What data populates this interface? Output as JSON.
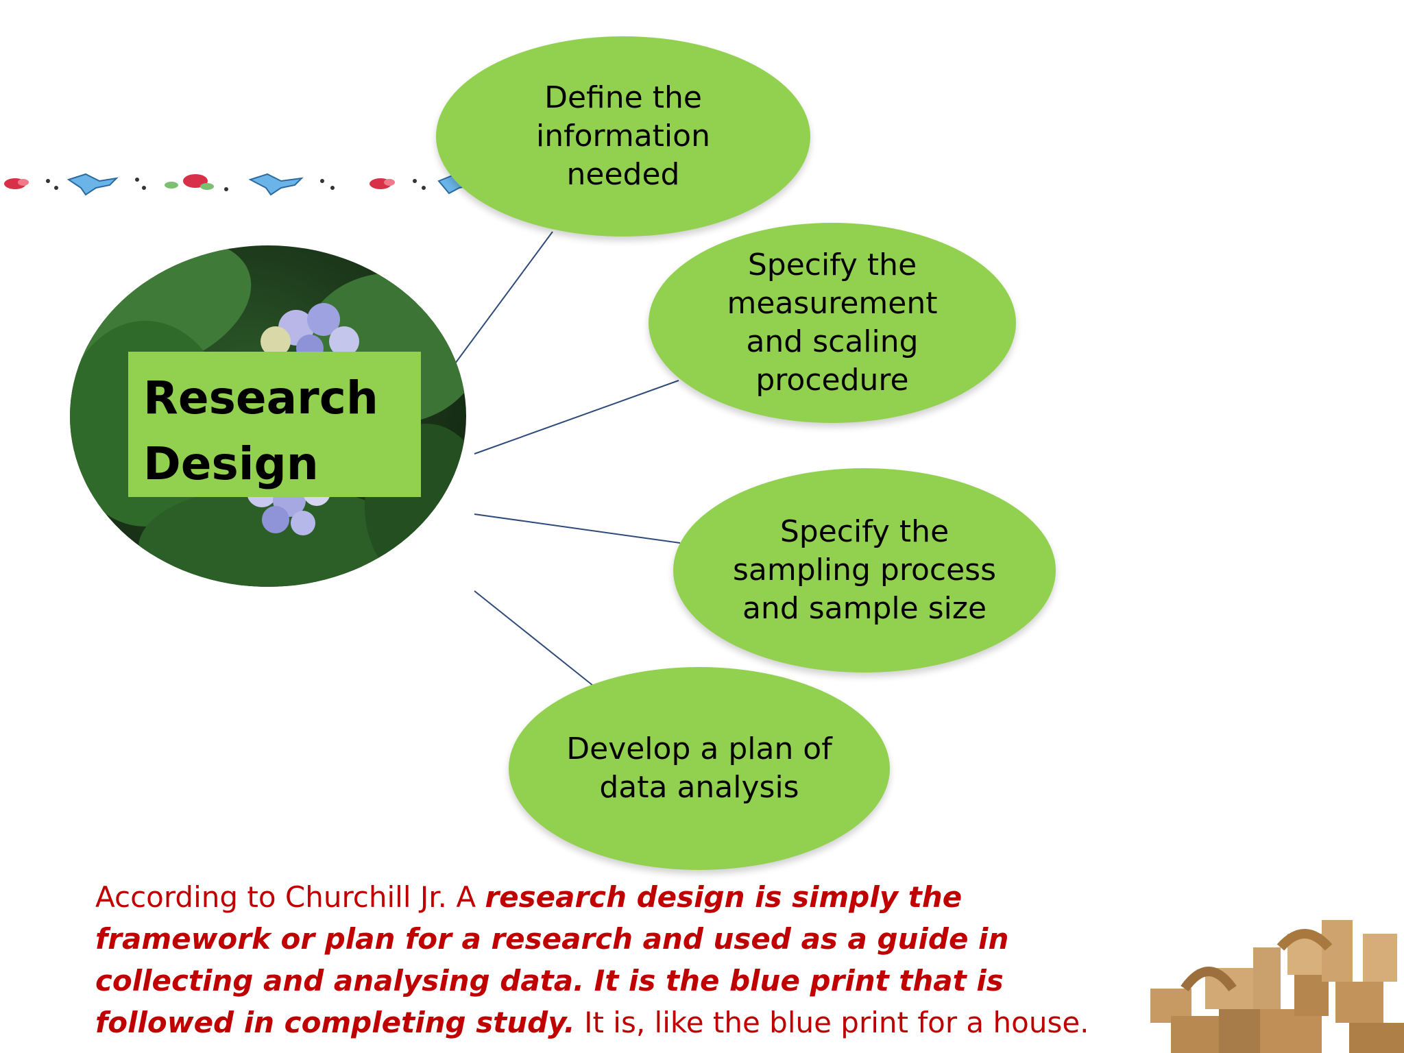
{
  "diagram": {
    "center": {
      "title": "Research\nDesign"
    },
    "nodes": [
      {
        "label": "Define the\ninformation\nneeded"
      },
      {
        "label": "Specify the\nmeasurement\nand scaling\nprocedure"
      },
      {
        "label": "Specify the\nsampling process\nand sample size"
      },
      {
        "label": "Develop a plan of\ndata analysis"
      }
    ],
    "colors": {
      "node_fill": "#92d050",
      "connector": "#2e4a7a",
      "definition_text": "#c00000"
    }
  },
  "definition": {
    "intro": "According to Churchill Jr. A ",
    "emphasis": "research design is simply the framework or plan for a research and used as a guide in collecting and analysing data. It is the blue print that is followed in completing study.",
    "outro": " It is, like the blue print for a house."
  },
  "decorations": {
    "border_icon": "floral-bird-border",
    "photo_icon": "hydrangea-photo",
    "blocks_icon": "wooden-blocks-image"
  }
}
